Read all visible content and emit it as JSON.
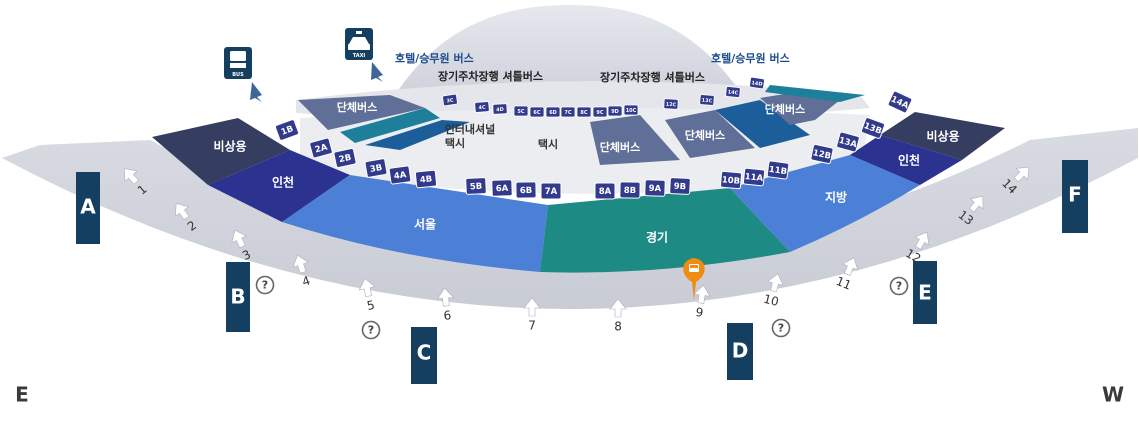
{
  "colors": {
    "dark": "#353d60",
    "navy": "#2b3290",
    "seoul": "#4c7fd6",
    "gyeonggi": "#1d8a84",
    "jibang": "#4c7fd6",
    "teal": "#1e7f9a",
    "blue": "#1b5e99",
    "slate": "#5f6f97",
    "ring": "#d1d4db",
    "inner": "#dfe1e6",
    "stop": "#323a8c",
    "gate": "#143f60",
    "marker": "#f08c14"
  },
  "icons": {
    "bus": "bus-icon",
    "taxi": "taxi-icon",
    "bus_stop_marker": "bus-stop-marker-icon",
    "info": "info-icon",
    "door_arrow": "door-arrow-icon"
  },
  "icon_text": {
    "bus": "BUS",
    "taxi": "TAXI"
  },
  "direction_labels": {
    "east": "E",
    "west": "W"
  },
  "headers": {
    "hotel_left": "호텔/승무원 버스",
    "longterm_left": "장기주차장행 셔틀버스",
    "hotel_right": "호텔/승무원 버스",
    "longterm_right": "장기주차장행 셔틀버스"
  },
  "zones": {
    "emergency_left": "비상용",
    "incheon_left": "인천",
    "seoul": "서울",
    "gyeonggi": "경기",
    "jibang": "지방",
    "incheon_right": "인천",
    "emergency_right": "비상용"
  },
  "inner_zones": {
    "charter_left": "단체버스",
    "intl_taxi": "인터내셔널\n택시",
    "taxi": "택시",
    "charter_mid": "단체버스",
    "charter_right_mid": "단체버스",
    "charter_right": "단체버스"
  },
  "stops": [
    "1B",
    "2A",
    "2B",
    "3B",
    "4A",
    "4B",
    "5B",
    "6A",
    "6B",
    "7A",
    "8A",
    "8B",
    "9A",
    "9B",
    "10B",
    "11A",
    "11B",
    "12B",
    "13A",
    "13B",
    "14A"
  ],
  "mini_stops": [
    "3C",
    "4C",
    "4D",
    "5C",
    "6C",
    "6D",
    "7C",
    "8C",
    "9C",
    "9D",
    "10C",
    "12C",
    "13C",
    "14C",
    "14D"
  ],
  "gates": [
    "A",
    "B",
    "C",
    "D",
    "E",
    "F"
  ],
  "doors": [
    "1",
    "2",
    "3",
    "4",
    "5",
    "6",
    "7",
    "8",
    "9",
    "10",
    "11",
    "12",
    "13",
    "14"
  ],
  "info_symbol": "?"
}
